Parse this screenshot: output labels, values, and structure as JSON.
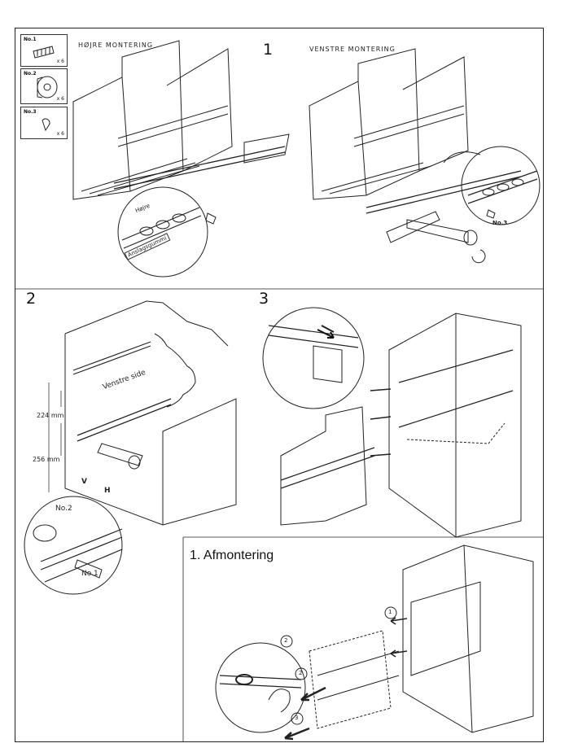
{
  "parts": [
    {
      "label": "No.1",
      "qty": "x 6"
    },
    {
      "label": "No.2",
      "qty": "x 6"
    },
    {
      "label": "No.3",
      "qty": "x 6"
    }
  ],
  "panel1": {
    "step": "1",
    "title_right_mount": "HØJRE MONTERING",
    "title_left_mount": "VENSTRE MONTERING",
    "rail_label_right": "Højre",
    "stop_rubber": "Anslagsgummi",
    "callout_part": "No.3"
  },
  "panel2": {
    "step": "2",
    "side_label": "Venstre side",
    "dim_upper": "224 mm",
    "dim_lower": "256 mm",
    "letter_v": "V",
    "letter_h": "H",
    "callout_no2": "No.2",
    "callout_no1": "No.1"
  },
  "panel3": {
    "step": "3"
  },
  "panel4": {
    "title": "1. Afmontering",
    "step_markers": [
      "1",
      "2",
      "2",
      "3"
    ]
  }
}
